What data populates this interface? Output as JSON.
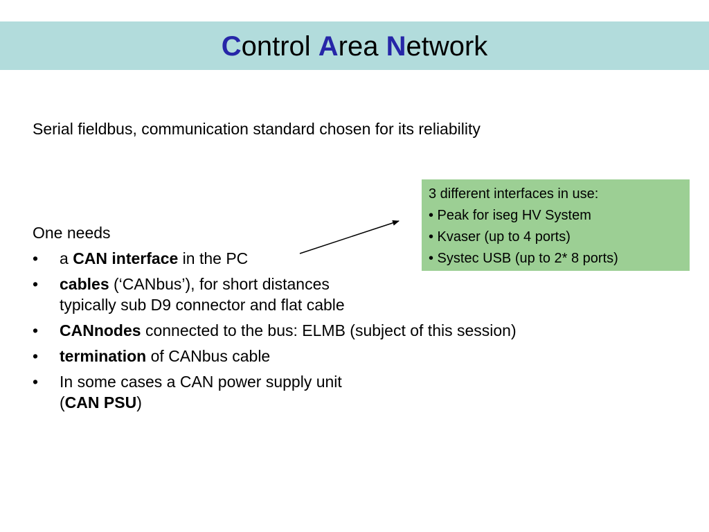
{
  "slide": {
    "title": {
      "c_initial": "C",
      "c_rest": "ontrol ",
      "a_initial": "A",
      "a_rest": "rea ",
      "n_initial": "N",
      "n_rest": "etwork"
    },
    "subtitle": "Serial fieldbus, communication standard chosen for its reliability",
    "needs_heading": "One needs",
    "bullet_symbol": "•",
    "bullets": [
      {
        "pre": "a ",
        "bold": "CAN interface",
        "post": " in the PC"
      },
      {
        "bold": "cables",
        "post": " (‘CANbus’), for short distances",
        "line2": "typically sub D9 connector and flat cable"
      },
      {
        "bold": "CANnodes",
        "post": " connected to the bus: ELMB (subject of this session)"
      },
      {
        "bold": "termination",
        "post": " of CANbus cable"
      },
      {
        "pre": "In some cases a CAN power supply unit",
        "line2_pre": "(",
        "line2_bold": "CAN PSU",
        "line2_post": ")"
      }
    ],
    "callout": {
      "heading": "3 different interfaces in use:",
      "items": [
        "• Peak for iseg HV System",
        "• Kvaser (up to 4 ports)",
        "• Systec USB (up to 2* 8 ports)"
      ]
    },
    "colors": {
      "title_bar": "#b2dcdc",
      "title_initials": "#2626a8",
      "callout_background": "#9ccf94"
    }
  }
}
